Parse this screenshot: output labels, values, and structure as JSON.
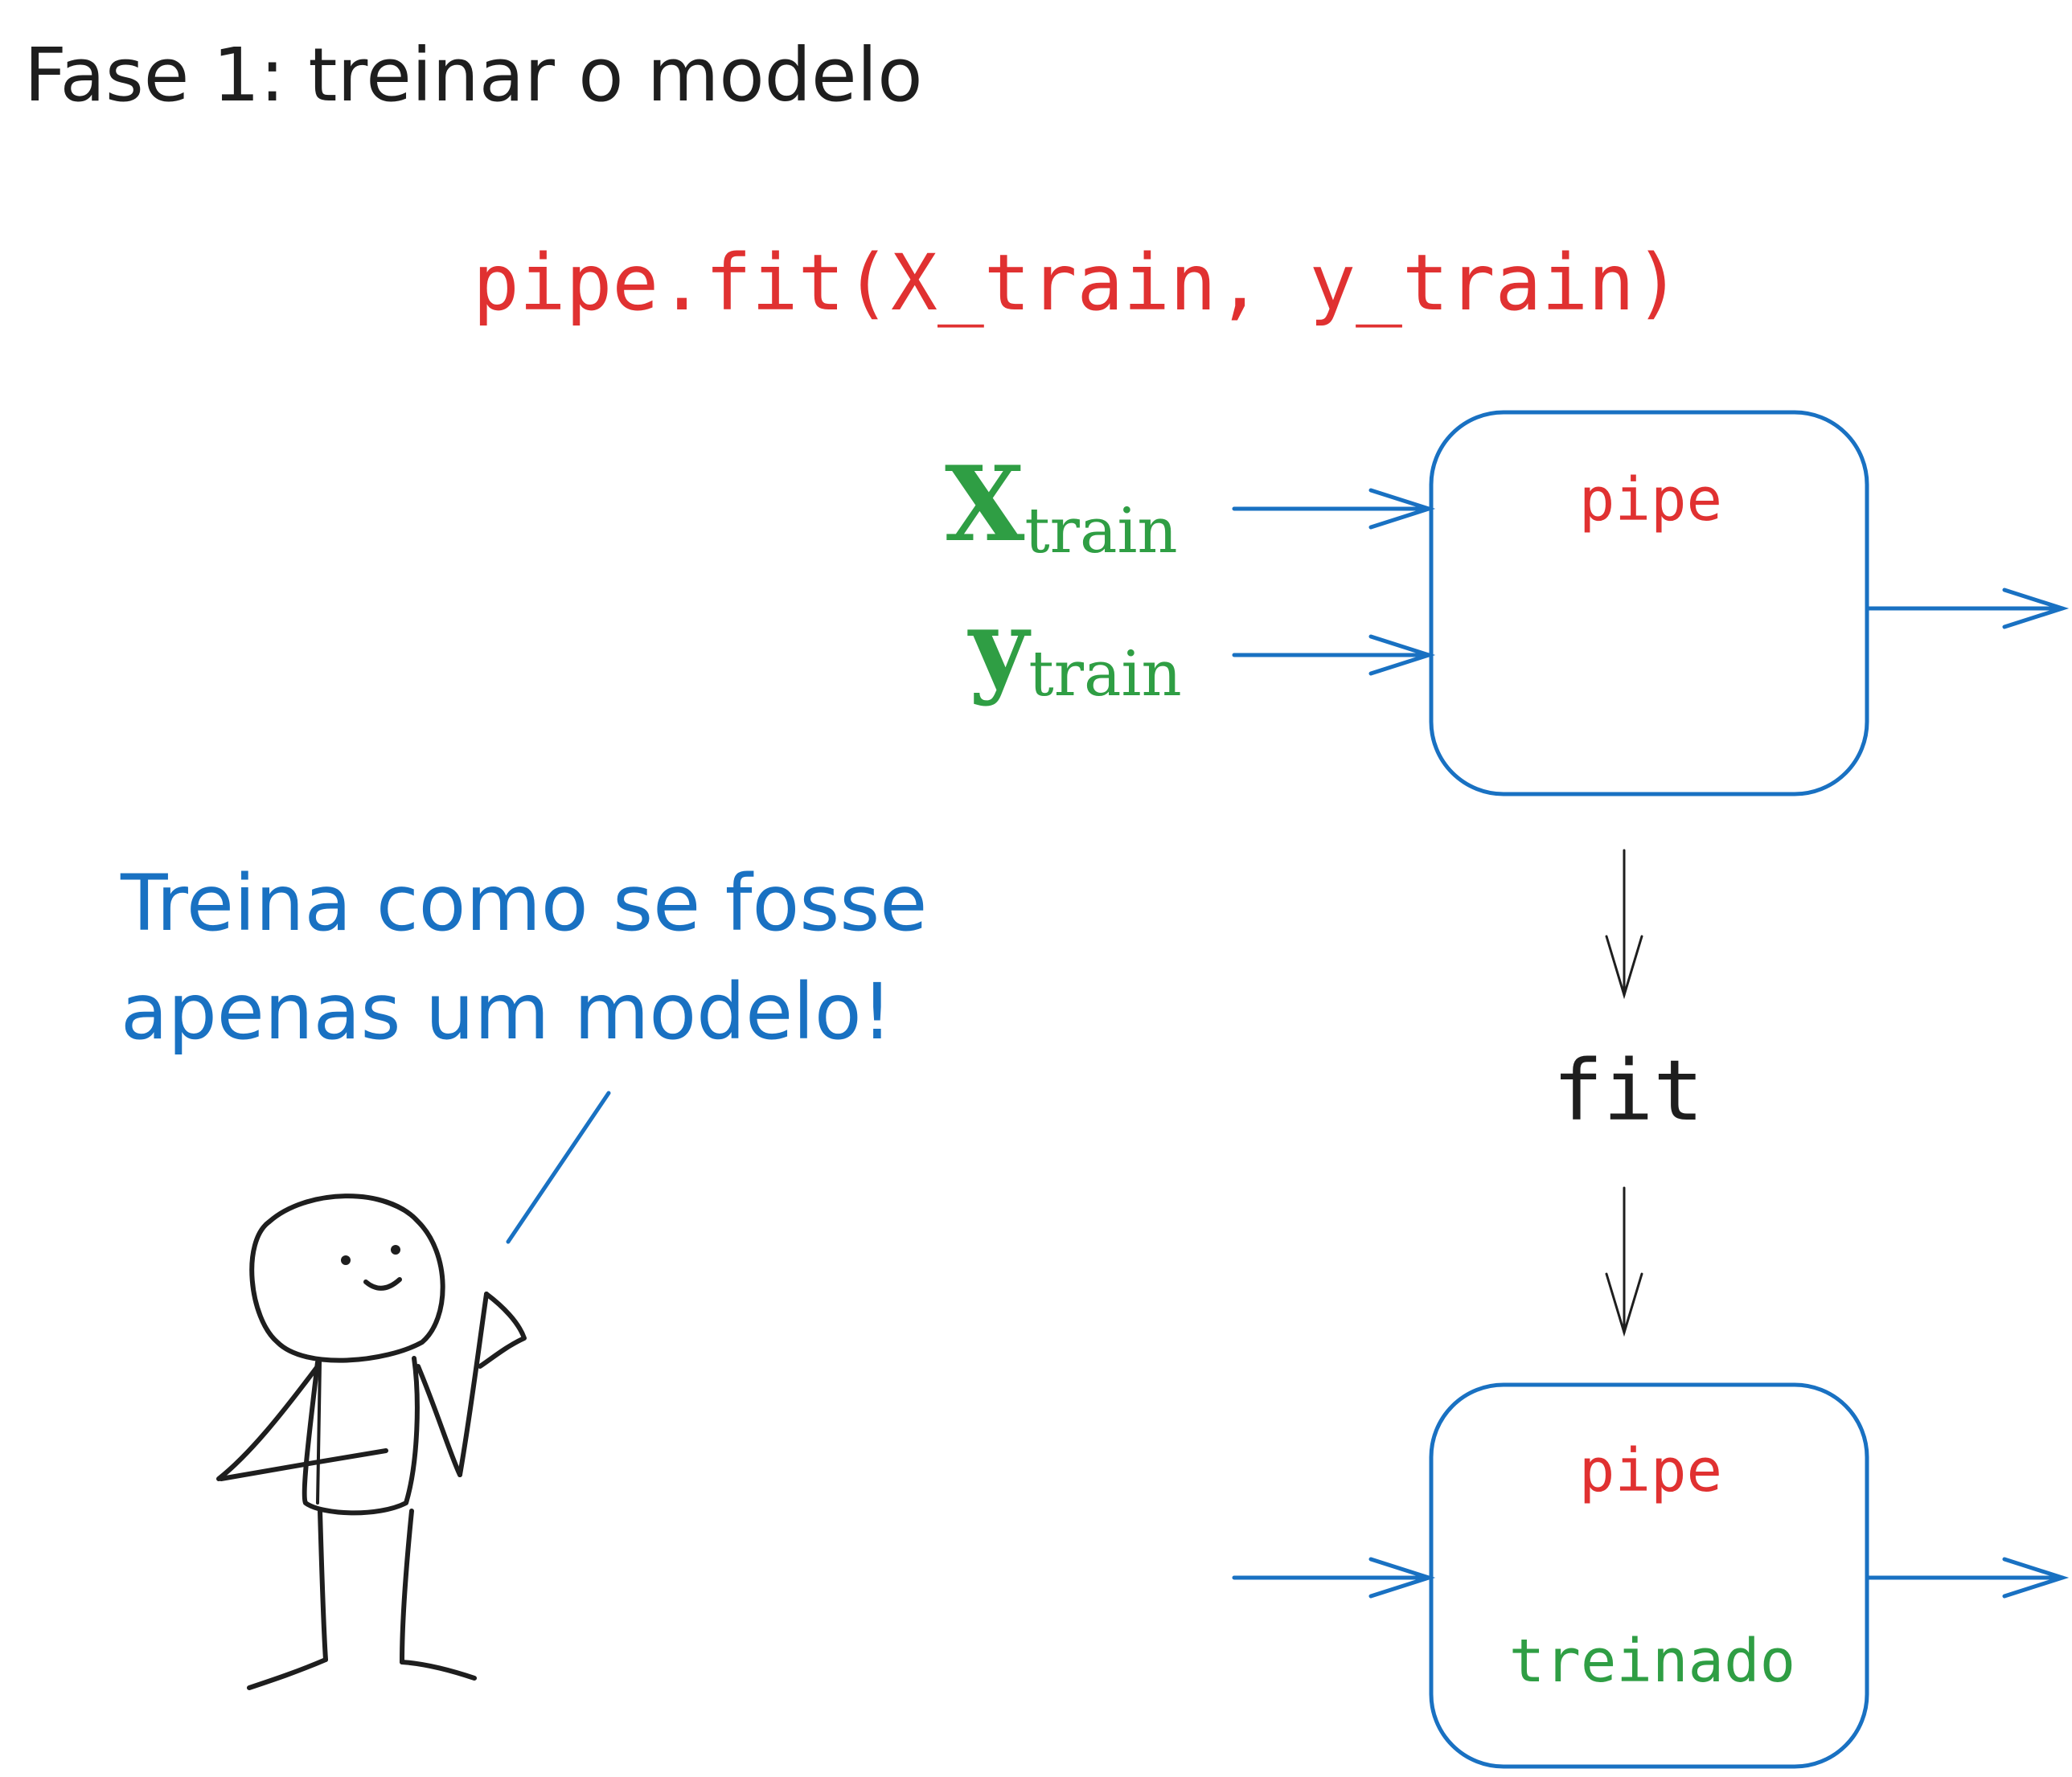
{
  "heading": "Fase 1: treinar o modelo",
  "code": "pipe.fit(X_train, y_train)",
  "inputs": {
    "x_symbol": "X",
    "y_symbol": "y",
    "subscript": "train"
  },
  "box_top": {
    "label": "pipe"
  },
  "process": {
    "label": "fit"
  },
  "box_bottom": {
    "label": "pipe",
    "status": "treinado"
  },
  "speech": {
    "line1": "Treina como se fosse",
    "line2": "apenas um modelo!"
  },
  "colors": {
    "heading": "#1e1e1e",
    "code": "#e03131",
    "inputs": "#2f9e44",
    "box_stroke": "#1971c2",
    "arrows": "#1971c2",
    "speech": "#1971c2",
    "fit_arrows": "#1e1e1e",
    "figure": "#1e1e1e"
  }
}
